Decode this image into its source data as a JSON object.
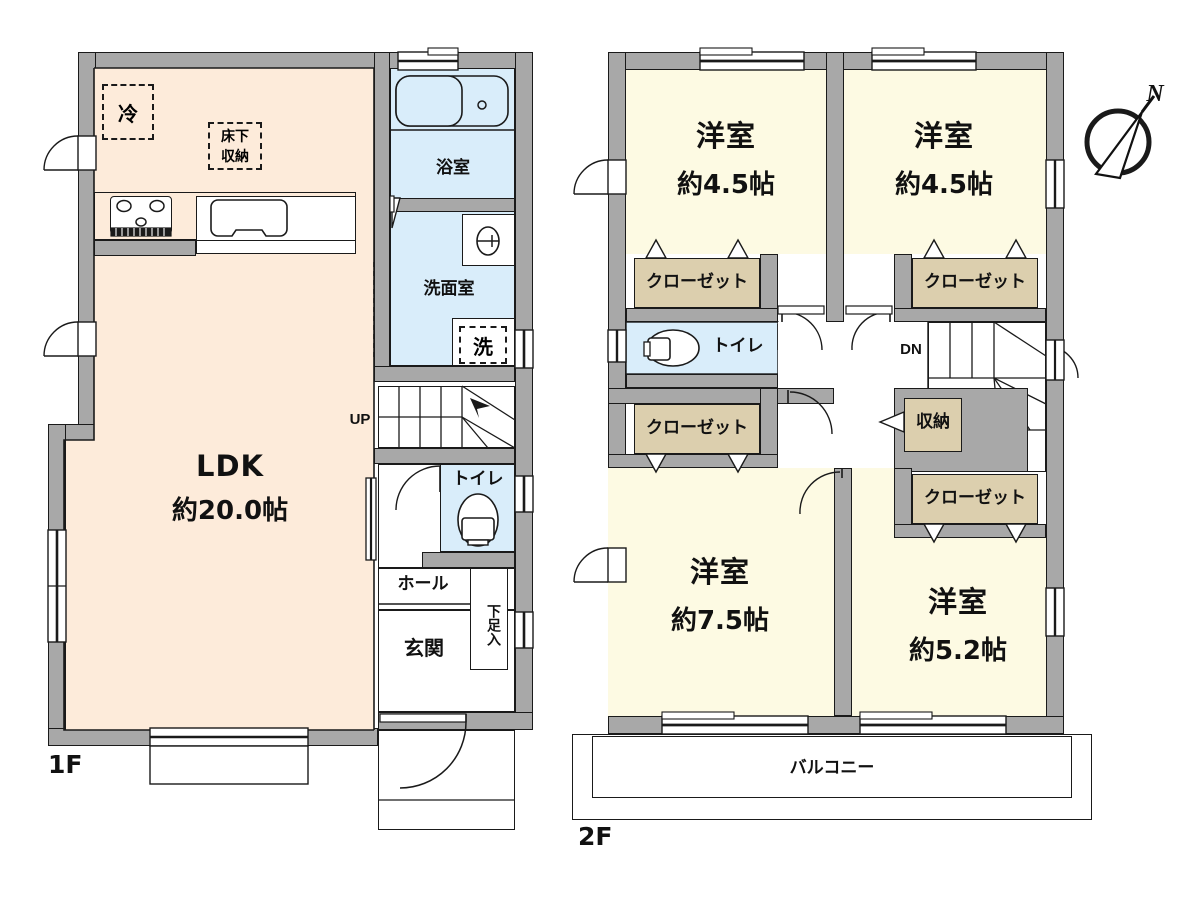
{
  "floors": [
    {
      "id": "1f",
      "label": "1F"
    },
    {
      "id": "2f",
      "label": "2F"
    }
  ],
  "compass": {
    "north_label": "N",
    "name": "compass-rose"
  },
  "floor1": {
    "label": "1F",
    "rooms": [
      {
        "key": "ldk",
        "name": "LDK",
        "area": "約20.0帖"
      },
      {
        "key": "bath",
        "name": "浴室"
      },
      {
        "key": "washroom",
        "name": "洗面室"
      },
      {
        "key": "toilet",
        "name": "トイレ"
      },
      {
        "key": "hall",
        "name": "ホール"
      },
      {
        "key": "genkan",
        "name": "玄関"
      }
    ],
    "fixtures": [
      {
        "key": "fridge",
        "name": "冷"
      },
      {
        "key": "floorstorage",
        "name": "床下収納"
      },
      {
        "key": "washer",
        "name": "洗"
      },
      {
        "key": "shoebox",
        "name": "下足入"
      }
    ],
    "stairs": {
      "direction_label": "UP"
    }
  },
  "floor2": {
    "label": "2F",
    "rooms": [
      {
        "key": "bed-tl",
        "name": "洋室",
        "area": "約4.5帖"
      },
      {
        "key": "bed-tr",
        "name": "洋室",
        "area": "約4.5帖"
      },
      {
        "key": "bed-bl",
        "name": "洋室",
        "area": "約7.5帖"
      },
      {
        "key": "bed-br",
        "name": "洋室",
        "area": "約5.2帖"
      },
      {
        "key": "toilet",
        "name": "トイレ"
      },
      {
        "key": "balcony",
        "name": "バルコニー"
      }
    ],
    "closets": [
      {
        "key": "cl-tl",
        "name": "クローゼット"
      },
      {
        "key": "cl-tr",
        "name": "クローゼット"
      },
      {
        "key": "cl-bl",
        "name": "クローゼット"
      },
      {
        "key": "cl-br",
        "name": "クローゼット"
      },
      {
        "key": "storage",
        "name": "収納"
      }
    ],
    "stairs": {
      "direction_label": "DN"
    }
  },
  "colors": {
    "ldk_fill": "#FDEBDA",
    "room_fill": "#FDFAE3",
    "wet_fill": "#D9EDFA",
    "closet_fill": "#DCCFAE",
    "wall_fill": "#A8A8A8",
    "line": "#1A1A1A",
    "page_bg": "#FFFFFF"
  }
}
